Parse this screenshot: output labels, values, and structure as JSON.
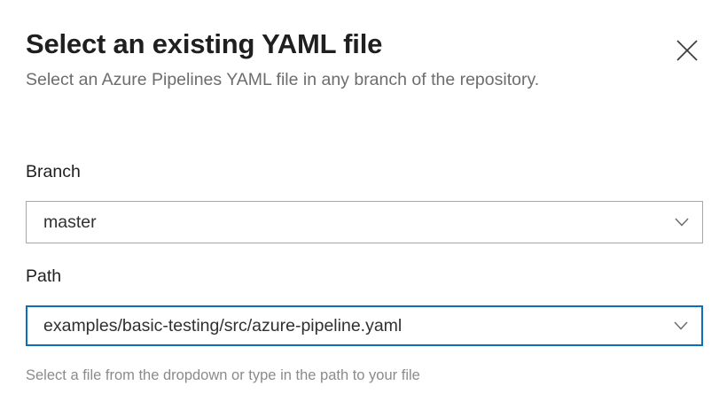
{
  "dialog": {
    "title": "Select an existing YAML file",
    "subtitle": "Select an Azure Pipelines YAML file in any branch of the repository.",
    "close_icon": "close-icon"
  },
  "form": {
    "branch": {
      "label": "Branch",
      "value": "master",
      "placeholder": "",
      "chevron_icon": "chevron-down-icon",
      "focused": false
    },
    "path": {
      "label": "Path",
      "value": "examples/basic-testing/src/azure-pipeline.yaml",
      "placeholder": "",
      "chevron_icon": "chevron-down-icon",
      "focused": true,
      "helper_text": "Select a file from the dropdown or type in the path to your file"
    }
  },
  "colors": {
    "background": "#ffffff",
    "title_text": "#1f1f1f",
    "subtitle_text": "#6d6d6d",
    "helper_text": "#8b8b8b",
    "input_border": "#a7a7a7",
    "input_border_focus": "#0e6eb8",
    "input_text": "#32302f",
    "icon": "#6d6d6d",
    "close_icon": "#3b3b3b"
  }
}
